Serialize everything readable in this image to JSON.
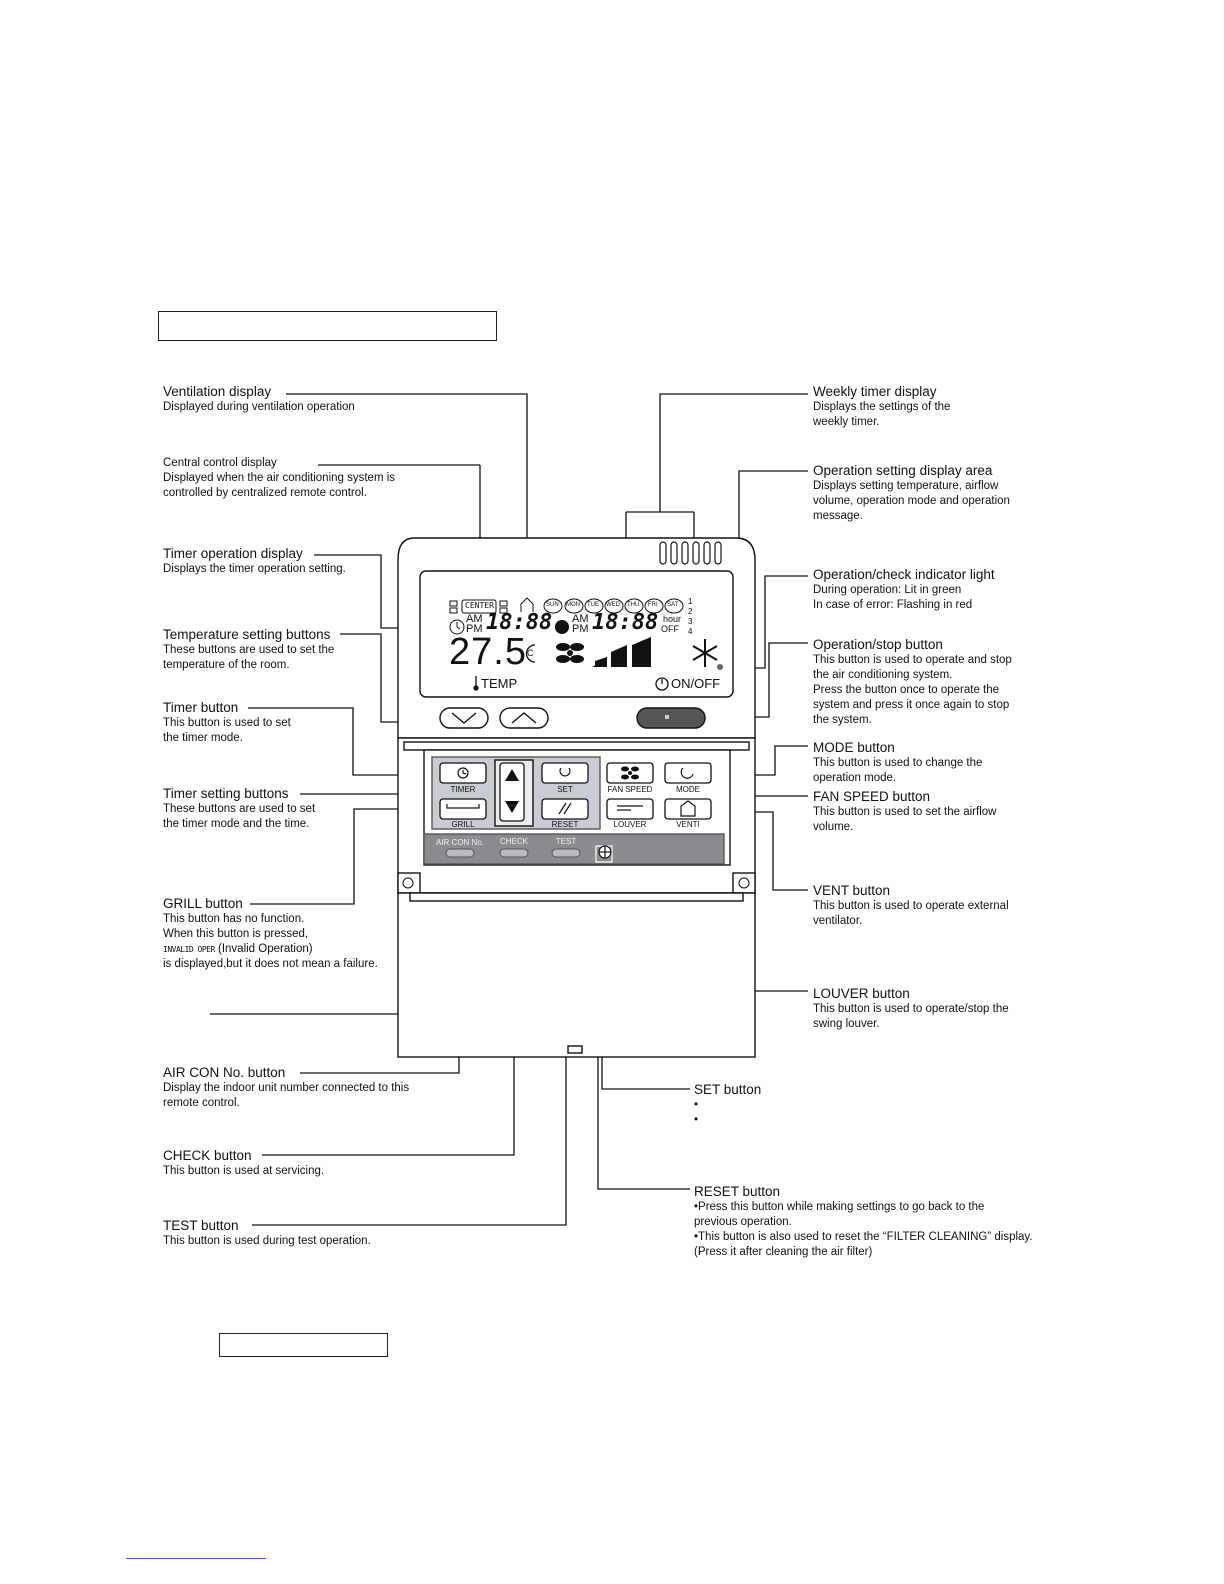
{
  "annotations": {
    "ventilation": {
      "title": "Ventilation display",
      "desc": "Displayed during ventilation operation"
    },
    "central": {
      "title": "Central control display",
      "desc": "Displayed when the air conditioning system is\ncontrolled by centralized remote control."
    },
    "timer_op": {
      "title": "Timer operation display",
      "desc": "Displays the timer operation setting."
    },
    "temp_set": {
      "title": "Temperature setting buttons",
      "desc": "These buttons are used to set the\ntemperature of the room."
    },
    "timer_btn": {
      "title": "Timer button",
      "desc": "This button is used to set\nthe timer mode."
    },
    "timer_setting": {
      "title": "Timer setting buttons",
      "desc": "These buttons are used to set\nthe timer mode and the time."
    },
    "grill": {
      "title": "GRILL button",
      "desc1": "This button has no function.",
      "desc2": "When this button is pressed,",
      "invalid_glyph": "INVALID OPER",
      "desc3": "(Invalid Operation)",
      "desc4": "is displayed,but it does not mean a failure."
    },
    "aircon_no": {
      "title": "AIR CON No. button",
      "desc": "Display the indoor unit number connected to this\nremote control."
    },
    "check": {
      "title": "CHECK button",
      "desc": "This button is used at servicing."
    },
    "test": {
      "title": "TEST button",
      "desc": "This button is used during test operation."
    },
    "weekly": {
      "title": "Weekly timer display",
      "desc": "Displays the settings of the\nweekly timer."
    },
    "op_setting": {
      "title": "Operation setting display area",
      "desc": "Displays setting temperature, airflow\nvolume, operation mode and operation\nmessage."
    },
    "indicator": {
      "title": "Operation/check indicator light",
      "desc": "During operation: Lit in green\nIn case of error: Flashing in red"
    },
    "onoff": {
      "title": "Operation/stop button",
      "desc": "This button is used to operate and stop\nthe air conditioning system.\nPress the button once to operate the\nsystem and press it once again to stop\nthe system."
    },
    "mode": {
      "title": "MODE button",
      "desc": "This button is used to change the\noperation mode."
    },
    "fan": {
      "title": "FAN SPEED button",
      "desc": "This button is used to set the airflow\nvolume."
    },
    "vent": {
      "title": "VENT button",
      "desc": "This button is used to operate external\nventilator."
    },
    "louver": {
      "title": "LOUVER button",
      "desc": "This button is used to operate/stop the\nswing louver."
    },
    "set": {
      "title": "SET button",
      "bullet1": "•",
      "bullet2": "•"
    },
    "reset": {
      "title": "RESET button",
      "desc": "•Press this button while making settings to go back to the\nprevious operation.\n•This button is also used to reset the “FILTER CLEANING” display.\n(Press it after cleaning the air filter)"
    }
  },
  "remote": {
    "lcd": {
      "center": "CENTER",
      "days": [
        "SUN",
        "MON",
        "TUE",
        "WED",
        "THU",
        "FRI",
        "SAT"
      ],
      "am": "AM",
      "pm": "PM",
      "clock1": "18:88",
      "clock2": "18:88",
      "hour": "hour",
      "off": "OFF",
      "temp": "27.5",
      "temp_unit": "C",
      "nums": [
        "1",
        "2",
        "3",
        "4"
      ]
    },
    "labels": {
      "temp": "TEMP",
      "onoff": "ON/OFF",
      "timer": "TIMER",
      "set": "SET",
      "fan_speed": "FAN SPEED",
      "mode": "MODE",
      "grill": "GRILL",
      "reset": "RESET",
      "louver": "LOUVER",
      "venti": "VENTI",
      "aircon_no": "AIR CON No.",
      "check": "CHECK",
      "test": "TEST"
    }
  }
}
